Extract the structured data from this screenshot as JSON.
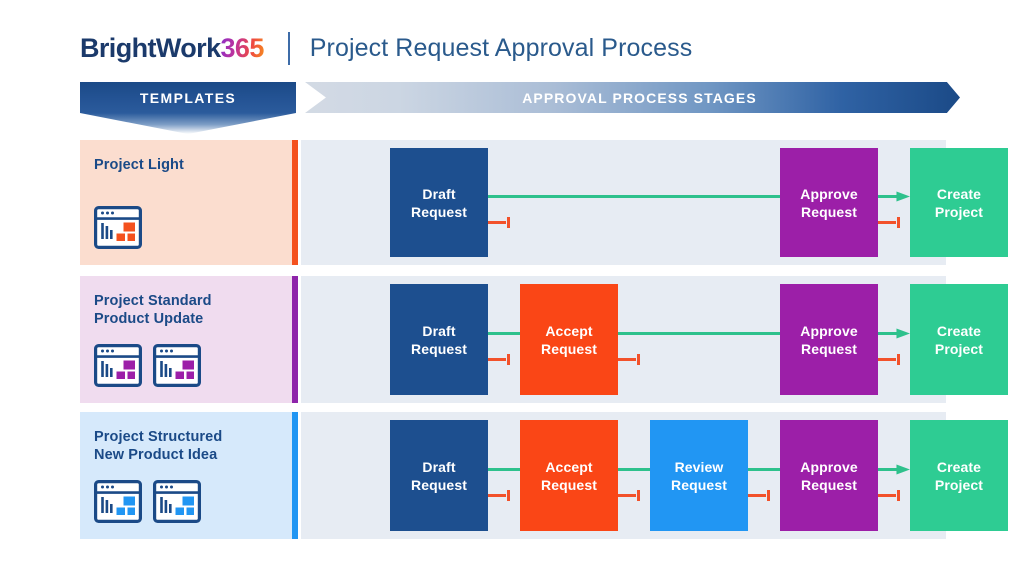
{
  "header": {
    "logo_word": "BrightWork",
    "logo_number": "365",
    "title": "Project Request Approval Process"
  },
  "banners": {
    "templates_label": "TEMPLATES",
    "stages_label": "APPROVAL PROCESS STAGES"
  },
  "colors": {
    "navy": "#1b4a87",
    "draft_box": "#1d4f8f",
    "accept_box": "#fa4616",
    "review_box": "#2196f3",
    "approve_box": "#9c1fa8",
    "create_box": "#2ecc93",
    "connector_green": "#2ec18c",
    "reject_orange": "#f2512a",
    "stage_panel": "#e7ecf3",
    "row1_bg": "#fbddcf",
    "row1_accent": "#f4511e",
    "row2_bg": "#f0dcef",
    "row2_accent": "#8e24aa",
    "row3_bg": "#d6e9fb",
    "row3_accent": "#2196f3"
  },
  "rows": [
    {
      "template_name": [
        "Project Light"
      ],
      "icon_count": 1,
      "icon_accent": "#f4511e",
      "bg": "#fbddcf",
      "accent": "#f4511e",
      "stages": [
        {
          "label": [
            "Draft",
            "Request"
          ],
          "color": "#1d4f8f"
        },
        {
          "label": [
            "Approve",
            "Request"
          ],
          "color": "#9c1fa8"
        },
        {
          "label": [
            "Create",
            "Project"
          ],
          "color": "#2ecc93"
        }
      ]
    },
    {
      "template_name": [
        "Project Standard",
        "Product Update"
      ],
      "icon_count": 2,
      "icon_accent": "#9c1fa8",
      "bg": "#f0dcef",
      "accent": "#8e24aa",
      "stages": [
        {
          "label": [
            "Draft",
            "Request"
          ],
          "color": "#1d4f8f"
        },
        {
          "label": [
            "Accept",
            "Request"
          ],
          "color": "#fa4616"
        },
        {
          "label": [
            "Approve",
            "Request"
          ],
          "color": "#9c1fa8"
        },
        {
          "label": [
            "Create",
            "Project"
          ],
          "color": "#2ecc93"
        }
      ]
    },
    {
      "template_name": [
        "Project Structured",
        "New Product Idea"
      ],
      "icon_count": 2,
      "icon_accent": "#2196f3",
      "bg": "#d6e9fb",
      "accent": "#2196f3",
      "stages": [
        {
          "label": [
            "Draft",
            "Request"
          ],
          "color": "#1d4f8f"
        },
        {
          "label": [
            "Accept",
            "Request"
          ],
          "color": "#fa4616"
        },
        {
          "label": [
            "Review",
            "Request"
          ],
          "color": "#2196f3"
        },
        {
          "label": [
            "Approve",
            "Request"
          ],
          "color": "#9c1fa8"
        },
        {
          "label": [
            "Create",
            "Project"
          ],
          "color": "#2ecc93"
        }
      ]
    }
  ],
  "icons": {
    "dashboard": "dashboard-window-icon",
    "arrow_right": "arrow-right-icon",
    "reject": "reject-stop-icon"
  }
}
